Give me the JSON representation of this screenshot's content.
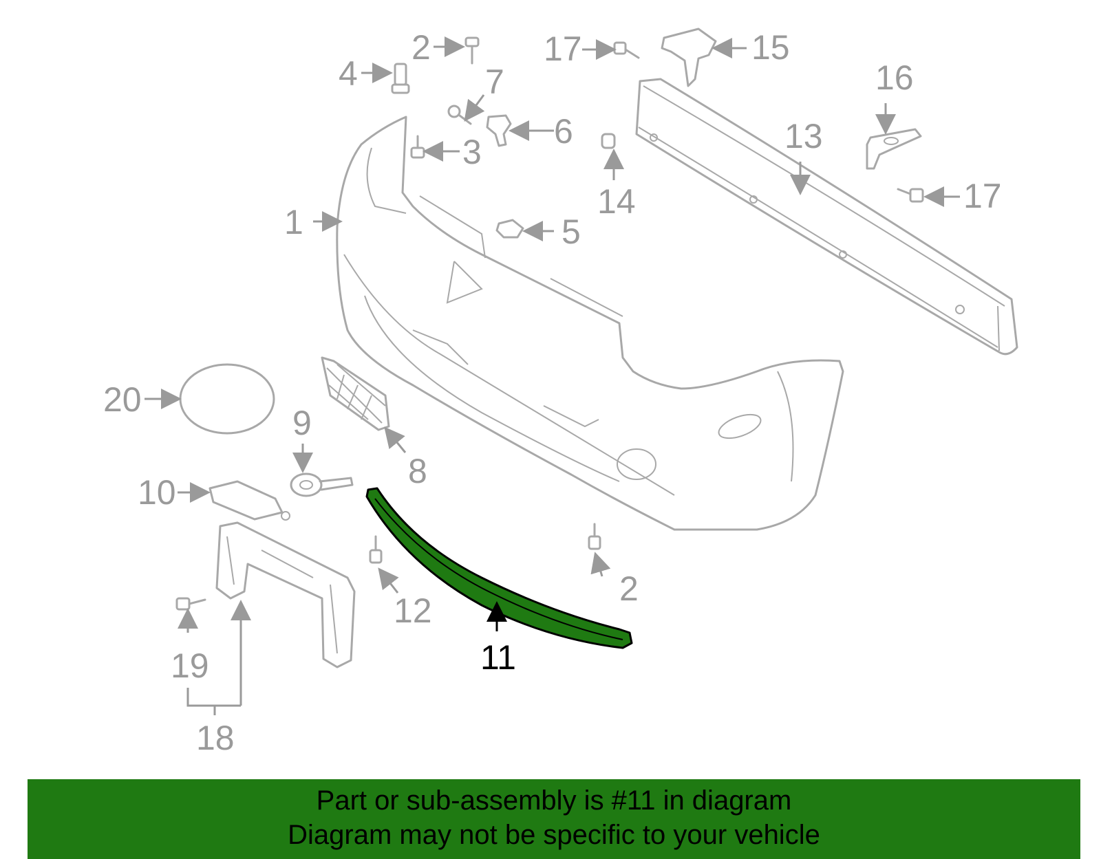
{
  "callouts": [
    {
      "id": "c1",
      "text": "1"
    },
    {
      "id": "c2a",
      "text": "2"
    },
    {
      "id": "c2b",
      "text": "2"
    },
    {
      "id": "c3",
      "text": "3"
    },
    {
      "id": "c4",
      "text": "4"
    },
    {
      "id": "c5",
      "text": "5"
    },
    {
      "id": "c6",
      "text": "6"
    },
    {
      "id": "c7",
      "text": "7"
    },
    {
      "id": "c8",
      "text": "8"
    },
    {
      "id": "c9",
      "text": "9"
    },
    {
      "id": "c10",
      "text": "10"
    },
    {
      "id": "c11",
      "text": "11"
    },
    {
      "id": "c12",
      "text": "12"
    },
    {
      "id": "c13",
      "text": "13"
    },
    {
      "id": "c14",
      "text": "14"
    },
    {
      "id": "c15",
      "text": "15"
    },
    {
      "id": "c16",
      "text": "16"
    },
    {
      "id": "c17a",
      "text": "17"
    },
    {
      "id": "c17b",
      "text": "17"
    },
    {
      "id": "c18",
      "text": "18"
    },
    {
      "id": "c19",
      "text": "19"
    },
    {
      "id": "c20",
      "text": "20"
    }
  ],
  "highlight": {
    "part": "11",
    "color": "#1f7a12"
  },
  "banner": {
    "line1": "Part or sub-assembly is #11 in diagram",
    "line2": "Diagram may not be specific to your vehicle",
    "color": "#1f7a12"
  }
}
